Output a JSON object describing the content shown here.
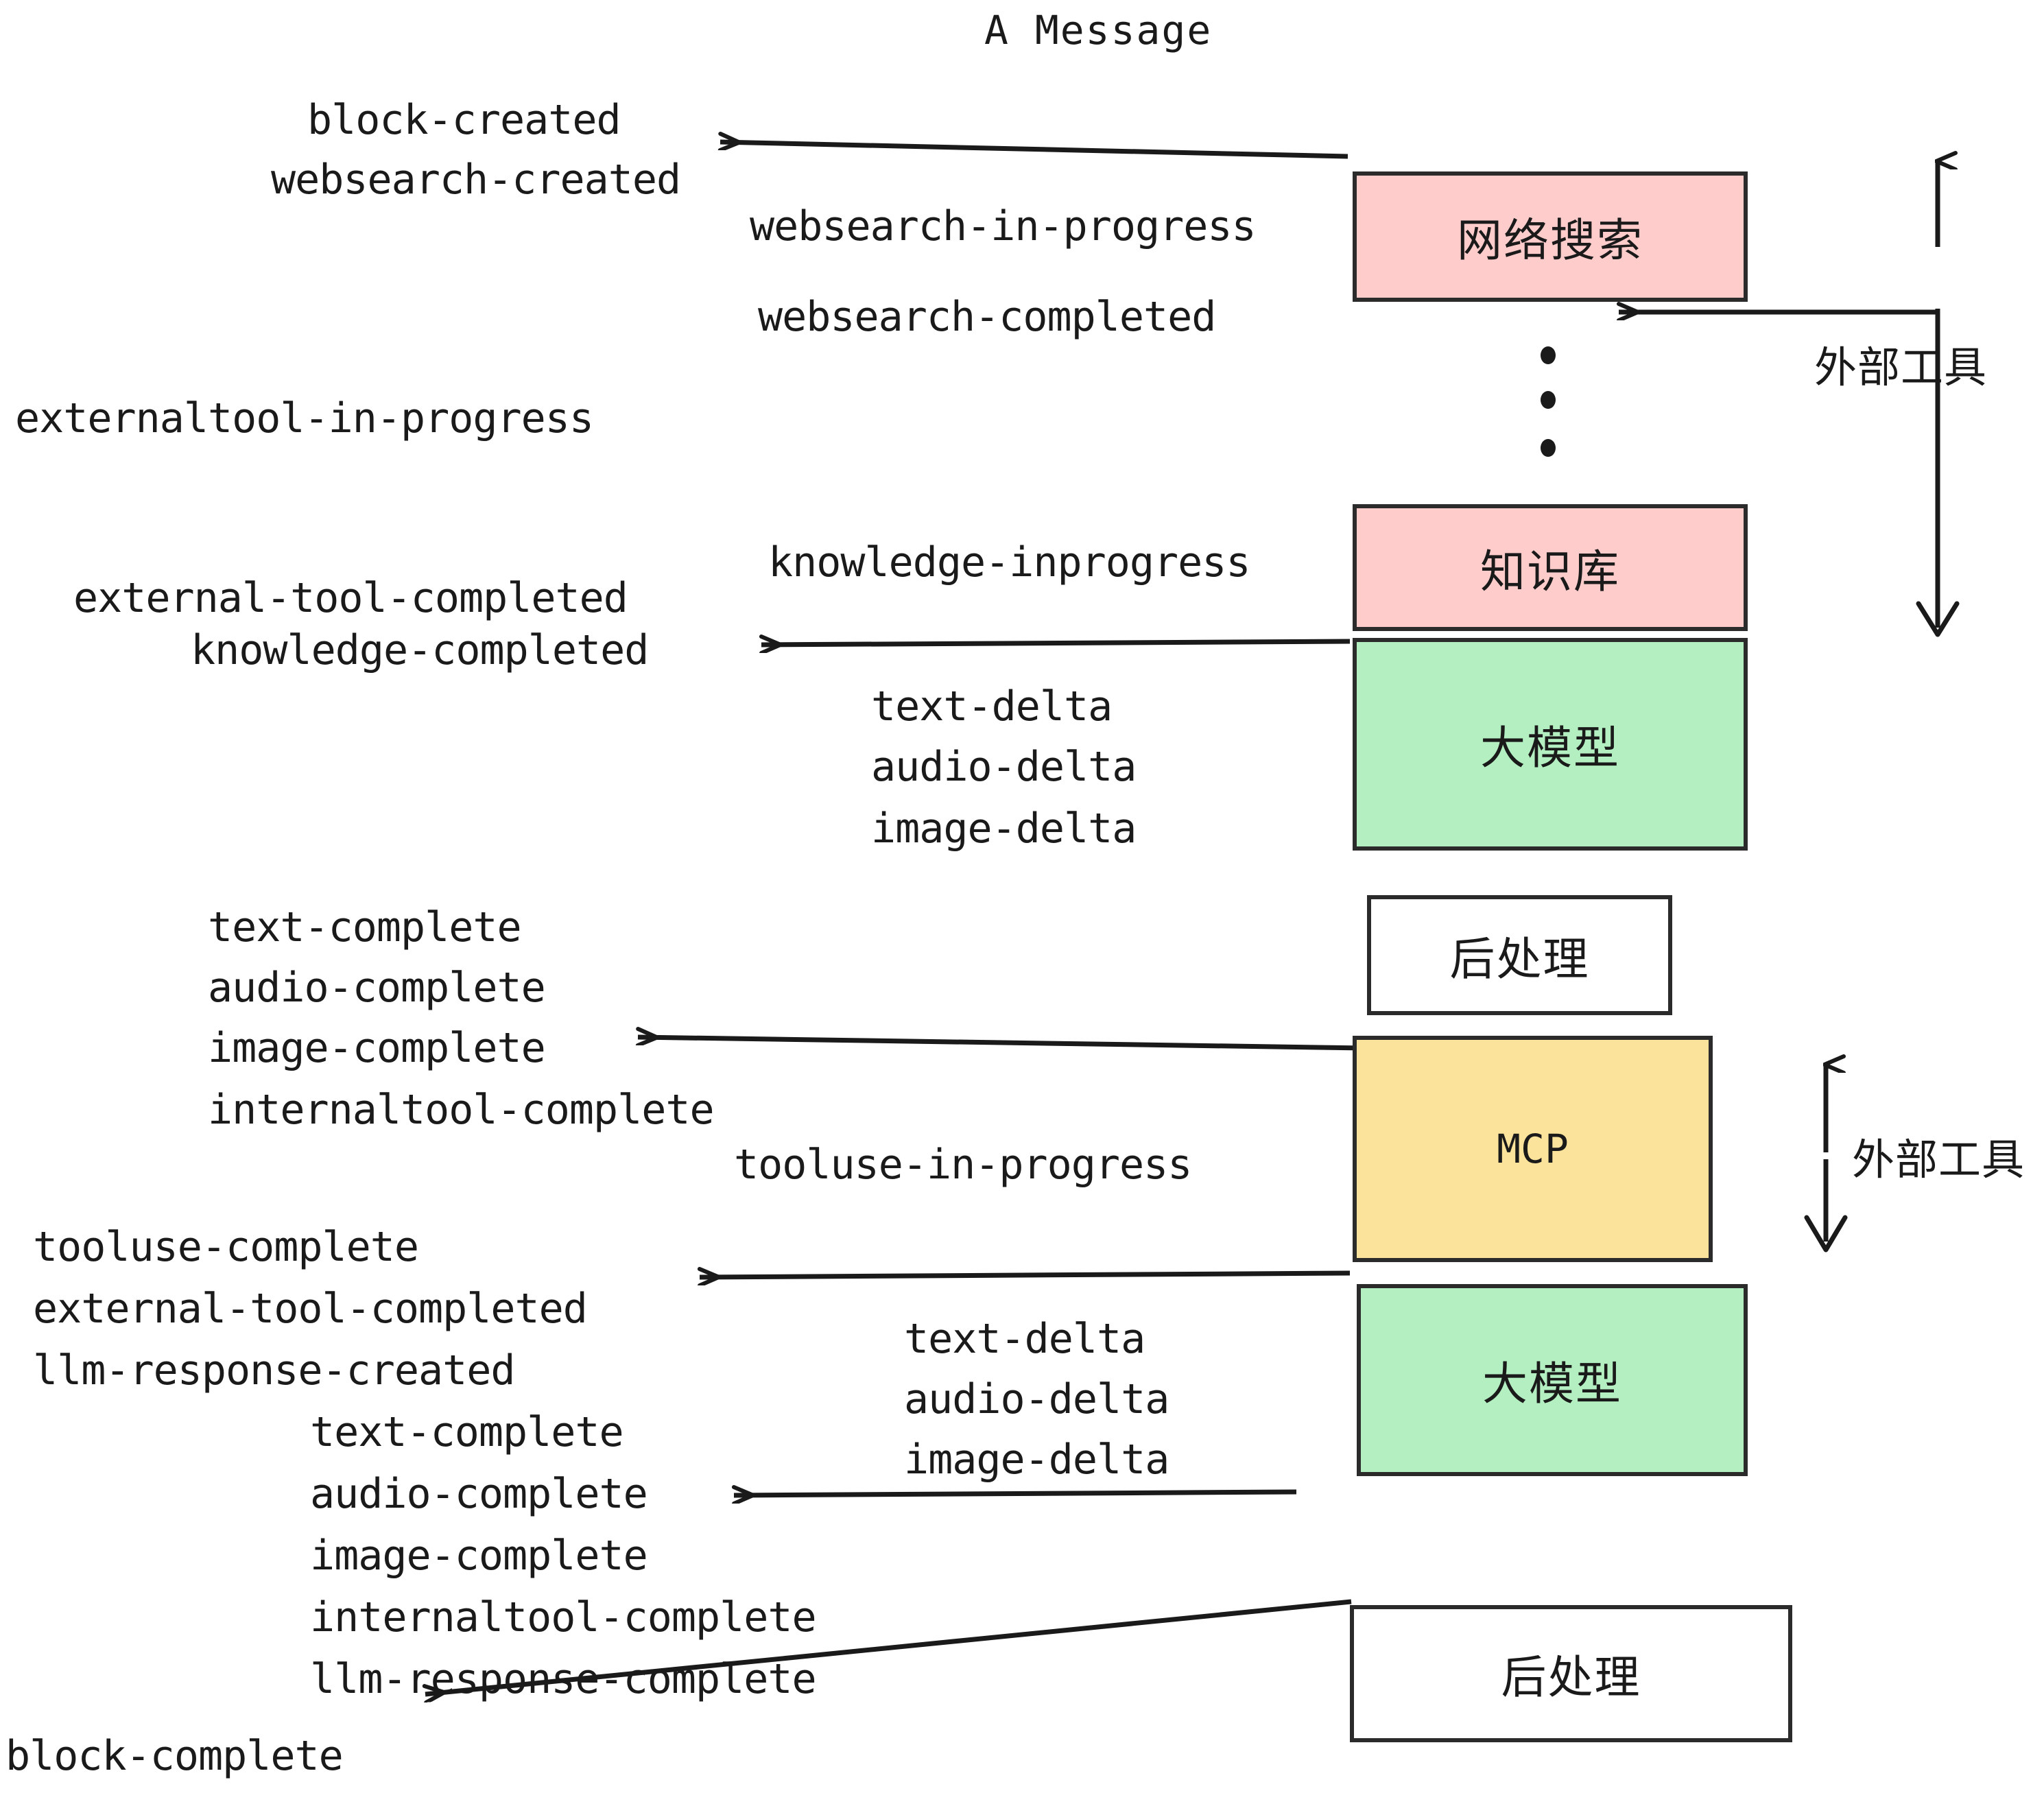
{
  "diagram": {
    "title": "A Message",
    "colors": {
      "pink": "#FFCCCC",
      "green": "#B3EFC0",
      "yellow": "#FBE39B",
      "white": "#FFFFFF",
      "stroke": "#2B2B2B",
      "text": "#1A1A1A",
      "background": "#FFFFFF"
    },
    "nodes": [
      {
        "id": "websearch",
        "label": "网络搜索",
        "fill": "#FFCCCC",
        "script": "cjk"
      },
      {
        "id": "knowledge",
        "label": "知识库",
        "fill": "#FFCCCC",
        "script": "cjk"
      },
      {
        "id": "llm-1",
        "label": "大模型",
        "fill": "#B3EFC0",
        "script": "cjk"
      },
      {
        "id": "postprocess-1",
        "label": "后处理",
        "fill": "#FFFFFF",
        "script": "cjk"
      },
      {
        "id": "mcp",
        "label": "MCP",
        "fill": "#FBE39B",
        "script": "latin"
      },
      {
        "id": "llm-2",
        "label": "大模型",
        "fill": "#B3EFC0",
        "script": "cjk"
      },
      {
        "id": "postprocess-2",
        "label": "后处理",
        "fill": "#FFFFFF",
        "script": "cjk"
      }
    ],
    "side_labels": [
      {
        "id": "external-tools-top",
        "label": "外部工具"
      },
      {
        "id": "external-tools-bottom",
        "label": "外部工具"
      }
    ],
    "events": [
      {
        "id": "block-created",
        "text": "block-created"
      },
      {
        "id": "websearch-created",
        "text": "websearch-created"
      },
      {
        "id": "websearch-in-progress",
        "text": "websearch-in-progress"
      },
      {
        "id": "websearch-completed",
        "text": "websearch-completed"
      },
      {
        "id": "externaltool-in-progress",
        "text": "externaltool-in-progress"
      },
      {
        "id": "knowledge-inprogress",
        "text": "knowledge-inprogress"
      },
      {
        "id": "external-tool-completed-1",
        "text": "external-tool-completed"
      },
      {
        "id": "knowledge-completed",
        "text": "knowledge-completed"
      },
      {
        "id": "text-delta-1",
        "text": "text-delta"
      },
      {
        "id": "audio-delta-1",
        "text": "audio-delta"
      },
      {
        "id": "image-delta-1",
        "text": "image-delta"
      },
      {
        "id": "text-complete-1",
        "text": "text-complete"
      },
      {
        "id": "audio-complete-1",
        "text": "audio-complete"
      },
      {
        "id": "image-complete-1",
        "text": "image-complete"
      },
      {
        "id": "internaltool-complete-1",
        "text": "internaltool-complete"
      },
      {
        "id": "tooluse-in-progress",
        "text": "tooluse-in-progress"
      },
      {
        "id": "tooluse-complete",
        "text": "tooluse-complete"
      },
      {
        "id": "external-tool-completed-2",
        "text": "external-tool-completed"
      },
      {
        "id": "llm-response-created",
        "text": "llm-response-created"
      },
      {
        "id": "text-delta-2",
        "text": "text-delta"
      },
      {
        "id": "audio-delta-2",
        "text": "audio-delta"
      },
      {
        "id": "image-delta-2",
        "text": "image-delta"
      },
      {
        "id": "text-complete-2",
        "text": "text-complete"
      },
      {
        "id": "audio-complete-2",
        "text": "audio-complete"
      },
      {
        "id": "image-complete-2",
        "text": "image-complete"
      },
      {
        "id": "internaltool-complete-2",
        "text": "internaltool-complete"
      },
      {
        "id": "llm-response-complete",
        "text": "llm-response-complete"
      },
      {
        "id": "block-complete",
        "text": "block-complete"
      }
    ],
    "ellipsis": {
      "id": "vertical-ellipsis",
      "dots": 3
    }
  }
}
